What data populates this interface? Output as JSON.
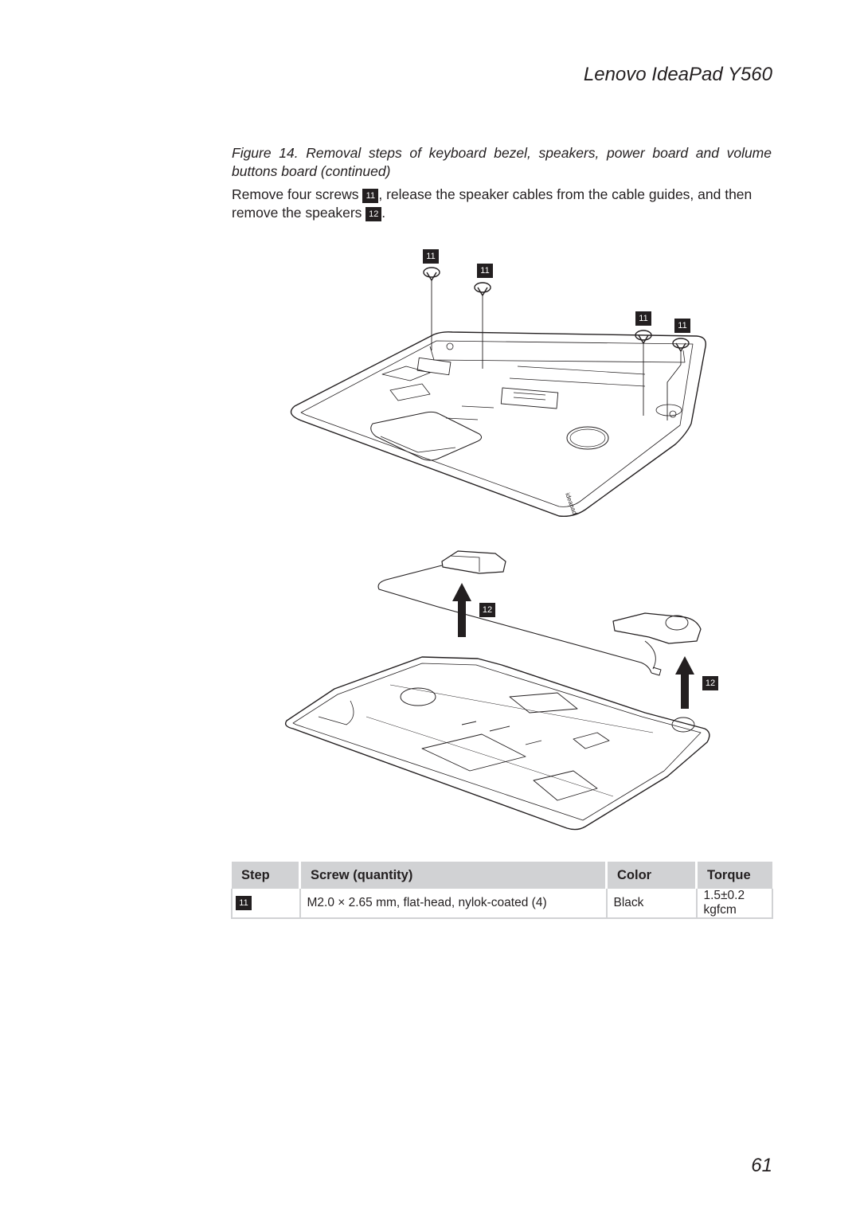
{
  "header": {
    "title": "Lenovo IdeaPad Y560"
  },
  "figure": {
    "caption": "Figure 14. Removal steps of keyboard bezel, speakers, power board  and volume buttons board (continued)"
  },
  "instruction": {
    "part1": "Remove four screws",
    "step_screw": "11",
    "part2": ", release the speaker cables from the cable guides, and then remove the speakers",
    "step_speaker": "12",
    "part3": "."
  },
  "diagram": {
    "callouts": [
      "11",
      "11",
      "11",
      "11",
      "12",
      "12"
    ],
    "bezel_logo": "ideapad"
  },
  "table": {
    "headers": [
      "Step",
      "Screw (quantity)",
      "Color",
      "Torque"
    ],
    "rows": [
      {
        "step": "11",
        "screw": "M2.0 × 2.65 mm, flat-head, nylok-coated (4)",
        "color": "Black",
        "torque": "1.5±0.2 kgfcm"
      }
    ]
  },
  "page_number": "61",
  "colors": {
    "text": "#231f20",
    "table_header_bg": "#d1d2d4",
    "badge_bg": "#231f20"
  }
}
